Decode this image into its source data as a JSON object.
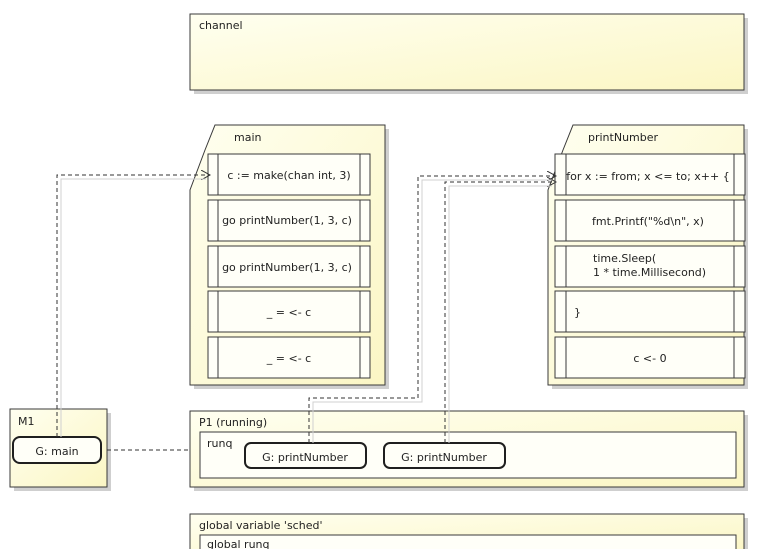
{
  "channel": {
    "title": "channel"
  },
  "main_func": {
    "title": "main",
    "statements": [
      "c := make(chan int, 3)",
      "go printNumber(1, 3, c)",
      "go printNumber(1, 3, c)",
      "_ = <- c",
      "_ = <- c"
    ]
  },
  "print_func": {
    "title": "printNumber",
    "statements": [
      "for x := from; x <= to; x++ {",
      "fmt.Printf(\"%d\\n\", x)",
      "time.Sleep(",
      "1 * time.Millisecond)",
      "}",
      "c <- 0"
    ]
  },
  "m1": {
    "title": "M1",
    "goroutine": "G: main"
  },
  "p1": {
    "title": "P1 (running)",
    "runq_label": "runq",
    "goroutines": [
      "G: printNumber",
      "G: printNumber"
    ]
  },
  "sched": {
    "title": "global variable 'sched'",
    "runq_label": "global runq"
  },
  "colors": {
    "box_fill_light": "#fffff0",
    "box_fill_dark": "#fbf6c4",
    "border": "#3a3a3a",
    "arrow": "#333333",
    "shadow": "#c8c8c8"
  }
}
